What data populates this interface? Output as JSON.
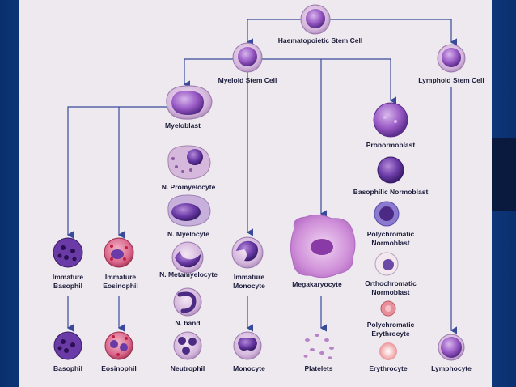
{
  "colors": {
    "panel": "#ede9ee",
    "arrow": "#3a4a9a",
    "band_dark": "#0a2f6e",
    "band_light": "#2a74c6"
  },
  "nodes": {
    "hsc": "Haematopoietic Stem Cell",
    "myeloid": "Myeloid Stem Cell",
    "lymphoid": "Lymphoid Stem Cell",
    "myeloblast": "Myeloblast",
    "promyelocyte": "N. Promyelocyte",
    "myelocyte": "N. Myelocyte",
    "metamyelocyte": "N. Metamyelocyte",
    "band": "N. band",
    "neutrophil": "Neutrophil",
    "imm_basophil": [
      "Immature",
      "Basophil"
    ],
    "basophil": "Basophil",
    "imm_eosinophil": [
      "Immature",
      "Eosinophil"
    ],
    "eosinophil": "Eosinophil",
    "imm_monocyte": [
      "Immature",
      "Monocyte"
    ],
    "monocyte": "Monocyte",
    "megakaryocyte": "Megakaryocyte",
    "platelets": "Platelets",
    "pronormoblast": "Pronormoblast",
    "basophilic_normoblast": "Basophilic Normoblast",
    "polychromatic_normoblast": [
      "Polychromatic",
      "Normoblast"
    ],
    "orthochromatic_normoblast": [
      "Orthochromatic",
      "Normoblast"
    ],
    "polychromatic_erythrocyte": [
      "Polychromatic",
      "Erythrocyte"
    ],
    "erythrocyte": "Erythrocyte",
    "lymphocyte": "Lymphocyte"
  }
}
